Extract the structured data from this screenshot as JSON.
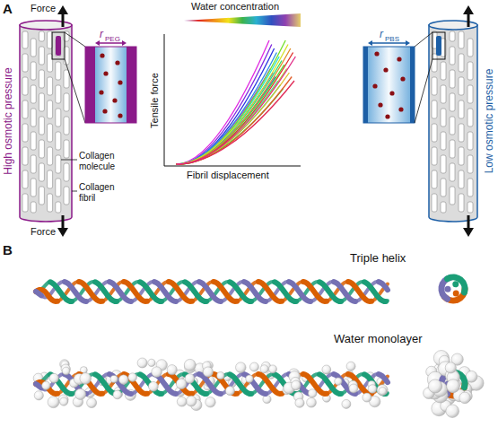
{
  "diagram": {
    "labels": [
      "A",
      "Force",
      "Force",
      "High osmotic pressure",
      "r",
      "PEG",
      "Collagen molecule",
      "Collagen fibril",
      "Water concentration",
      "Tensile force",
      "Fibril displacement",
      "r",
      "PBS",
      "Low osmotic pressure",
      "B",
      "Triple helix",
      "Water monolayer"
    ]
  }
}
